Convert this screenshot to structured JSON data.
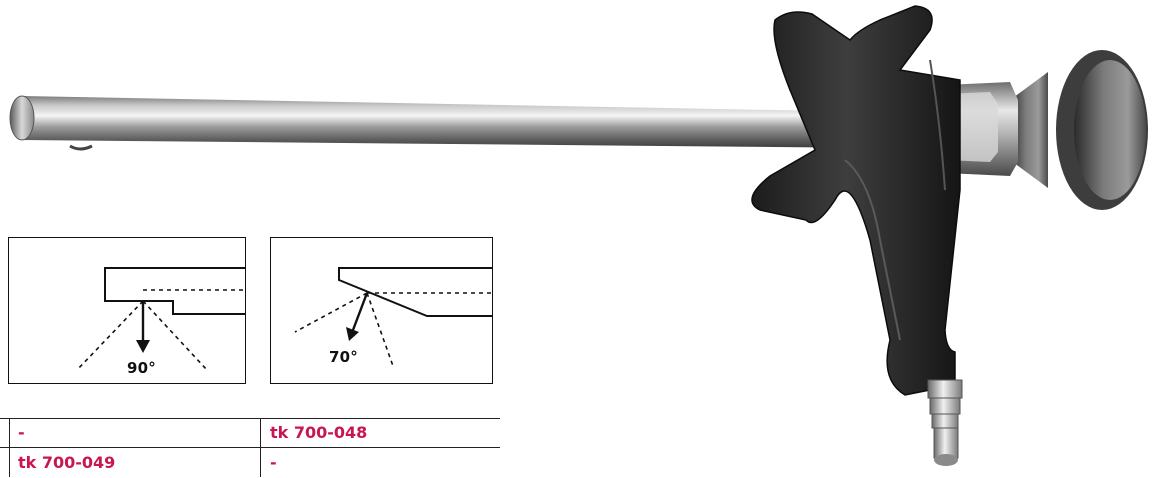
{
  "diagrams": [
    {
      "angle_label": "90°",
      "angle_degrees": 90
    },
    {
      "angle_label": "70°",
      "angle_degrees": 70
    }
  ],
  "table": {
    "rows": [
      {
        "cells": [
          "-",
          "tk 700-048"
        ]
      },
      {
        "cells": [
          "tk 700-049",
          "-"
        ]
      }
    ]
  },
  "colors": {
    "code_text": "#c8174f",
    "line": "#111111"
  }
}
